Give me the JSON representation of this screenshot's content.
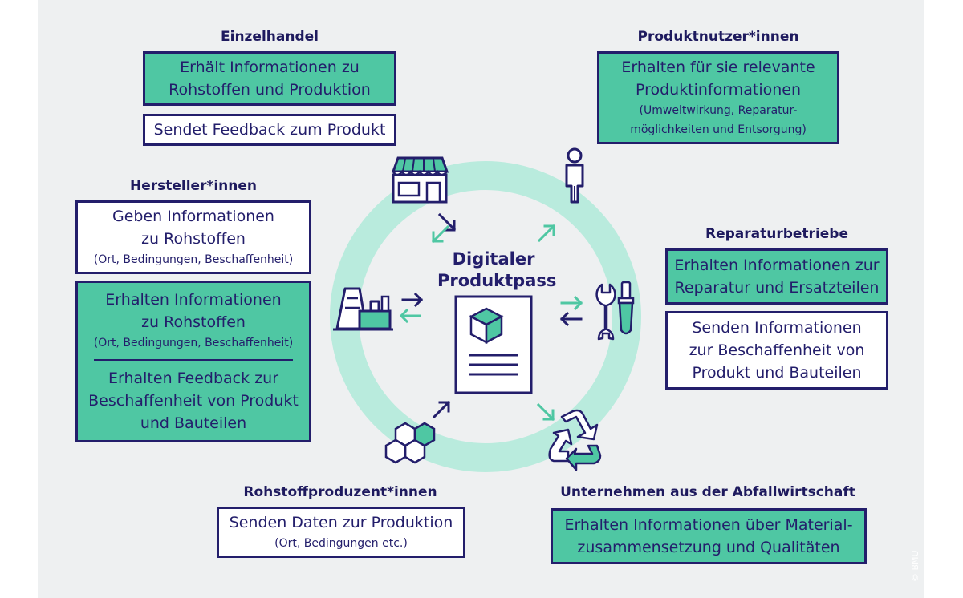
{
  "center": {
    "title_line1": "Digitaler",
    "title_line2": "Produktpass"
  },
  "einzelhandel": {
    "heading": "Einzelhandel",
    "box1": [
      "Erhält Informationen zu",
      "Rohstoffen und Produktion"
    ],
    "box2": "Sendet Feedback zum Produkt"
  },
  "produktnutzer": {
    "heading": "Produktnutzer*innen",
    "box1": [
      "Erhalten für sie relevante",
      "Produktinformationen"
    ],
    "box1_small": [
      "(Umweltwirkung, Reparatur-",
      "möglichkeiten und Entsorgung)"
    ]
  },
  "hersteller": {
    "heading": "Hersteller*innen",
    "box1": [
      "Geben Informationen",
      "zu Rohstoffen"
    ],
    "box1_small": "(Ort, Bedingungen, Beschaffenheit)",
    "box2_top": [
      "Erhalten Informationen",
      "zu Rohstoffen"
    ],
    "box2_small": "(Ort, Bedingungen, Beschaffenheit)",
    "box2_bottom": [
      "Erhalten Feedback zur",
      "Beschaffenheit von Produkt",
      "und Bauteilen"
    ]
  },
  "reparatur": {
    "heading": "Reparaturbetriebe",
    "box1": [
      "Erhalten Informationen zur",
      "Reparatur und Ersatzteilen"
    ],
    "box2": [
      "Senden Informationen",
      "zur Beschaffenheit von",
      "Produkt und Bauteilen"
    ]
  },
  "rohstoff": {
    "heading": "Rohstoffproduzent*innen",
    "box1": "Senden Daten zur Produktion",
    "box1_small": "(Ort, Bedingungen etc.)"
  },
  "abfall": {
    "heading": "Unternehmen aus der Abfallwirtschaft",
    "box1": [
      "Erhalten Informationen über Material-",
      "zusammensetzung und Qualitäten"
    ]
  },
  "credit": "© BMU",
  "colors": {
    "navy": "#231e6b",
    "green": "#4fc7a3",
    "ring": "#b9ebdd",
    "background": "#eef0f1"
  },
  "icons": [
    "shop-icon",
    "person-icon",
    "factory-icon",
    "tools-icon",
    "hexagon-molecule-icon",
    "recycle-icon",
    "document-cube-icon"
  ]
}
